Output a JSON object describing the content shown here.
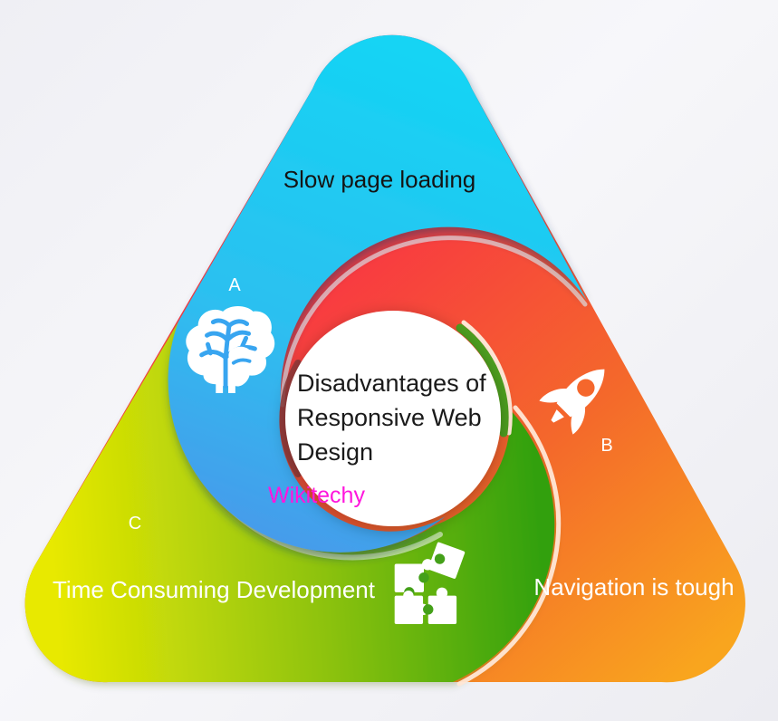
{
  "diagram": {
    "center": {
      "title_lines": [
        "Disadvantages of",
        "Responsive Web",
        "Design"
      ],
      "brand": "Wikitechy",
      "brand_color": "#ff16dd",
      "circle_color": "#ffffff",
      "title_color": "#1a1a1a"
    },
    "sections": [
      {
        "letter": "A",
        "label": "Slow page loading",
        "icon": "brain-icon",
        "label_color": "#141414",
        "color_start": "#1fd4f3",
        "color_end": "#4694ea"
      },
      {
        "letter": "B",
        "label": "Navigation is tough",
        "icon": "rocket-icon",
        "label_color": "#ffffff",
        "color_start": "#f83a41",
        "color_end": "#f9a11e"
      },
      {
        "letter": "C",
        "label": "Time Consuming Development",
        "icon": "puzzle-icon",
        "label_color": "#ffffff",
        "color_start": "#e6e703",
        "color_end": "#3aa013"
      }
    ],
    "background_color": "#f2f2f6"
  }
}
